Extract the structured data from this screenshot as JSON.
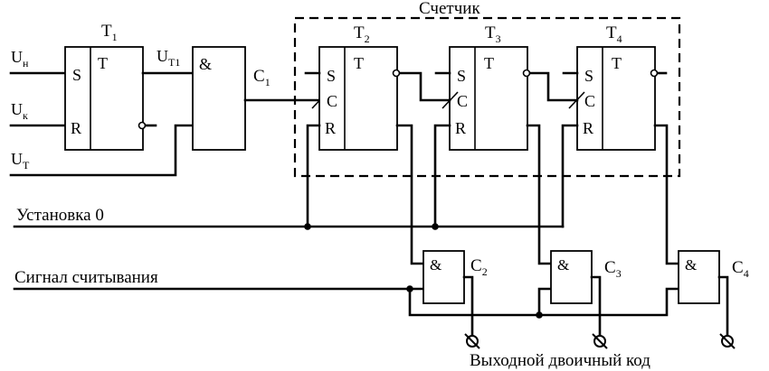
{
  "counter": {
    "title": "Счетчик"
  },
  "inputs": [
    {
      "main": "U",
      "sub": "н"
    },
    {
      "main": "U",
      "sub": "к"
    },
    {
      "main": "U",
      "sub": "T"
    }
  ],
  "trigger_t1": {
    "label": "T",
    "label_sub": "1",
    "s": "S",
    "t": "T",
    "r": "R"
  },
  "wires": {
    "ut1": {
      "main": "U",
      "sub": "T1"
    },
    "c1": {
      "main": "C",
      "sub": "1"
    }
  },
  "triggers": [
    {
      "label": "T",
      "label_sub": "2",
      "s": "S",
      "t": "T",
      "c": "C",
      "r": "R"
    },
    {
      "label": "T",
      "label_sub": "3",
      "s": "S",
      "t": "T",
      "c": "C",
      "r": "R"
    },
    {
      "label": "T",
      "label_sub": "4",
      "s": "S",
      "t": "T",
      "c": "C",
      "r": "R"
    }
  ],
  "gates": {
    "main": "&",
    "out": [
      "&",
      "&",
      "&"
    ]
  },
  "buses": {
    "reset": "Установка 0",
    "read": "Сигнал считывания"
  },
  "outputs": [
    {
      "main": "C",
      "sub": "2"
    },
    {
      "main": "C",
      "sub": "3"
    },
    {
      "main": "C",
      "sub": "4"
    }
  ],
  "caption": "Выходной двоичный код"
}
